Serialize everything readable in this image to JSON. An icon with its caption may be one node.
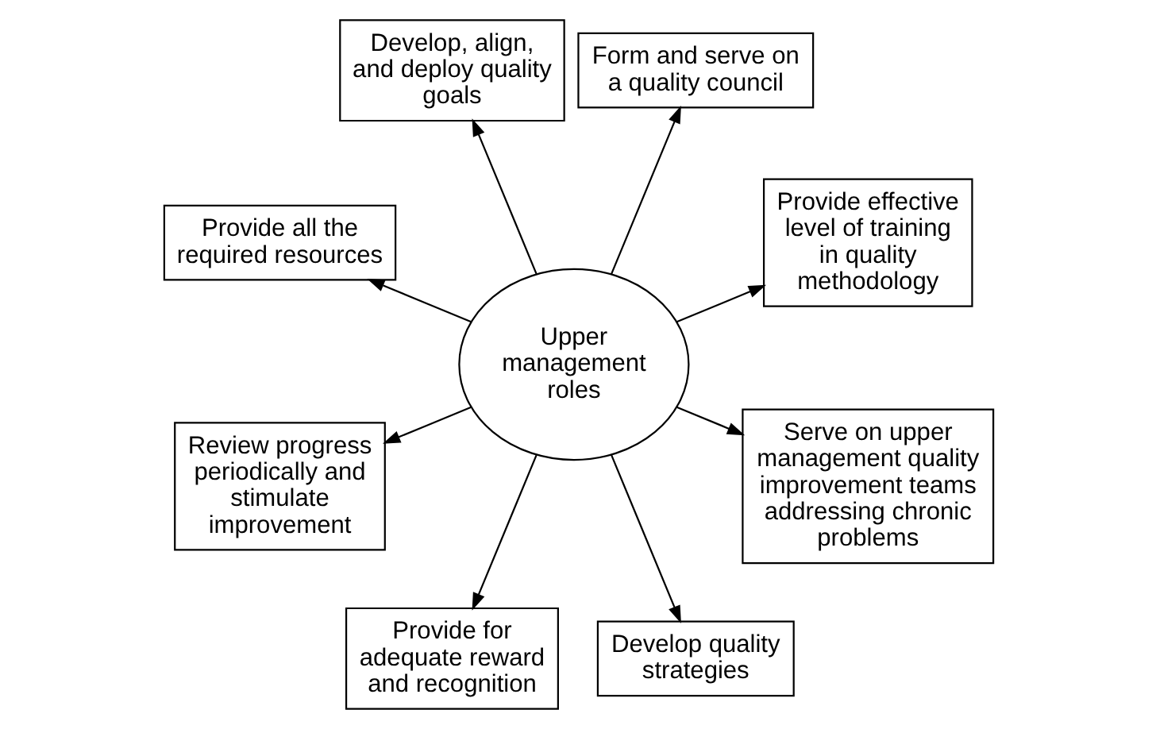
{
  "diagram": {
    "nodes": [
      {
        "text": [
          "Upper management roles"
        ]
      },
      {
        "text": [
          "Provide effective level of training in quality methodology"
        ]
      },
      {
        "text": [
          "Form and serve on a quality council"
        ]
      },
      {
        "text": [
          "Develop, align, and deploy quality goals"
        ]
      },
      {
        "text": [
          "Provide all the required resources"
        ]
      },
      {
        "text": [
          "Review progress periodically and stimulate improvement"
        ]
      },
      {
        "text": [
          "Provide for adequate reward and recognition"
        ]
      },
      {
        "text": [
          "Develop quality strategies"
        ]
      },
      {
        "text": [
          "Serve on upper management quality improvement teams addressing chronic problems"
        ]
      }
    ],
    "edges": [
      {
        "from": 0,
        "to": 1,
        "arrow": "to"
      },
      {
        "from": 0,
        "to": 2,
        "arrow": "to"
      },
      {
        "from": 0,
        "to": 3,
        "arrow": "to"
      },
      {
        "from": 0,
        "to": 4,
        "arrow": "to"
      },
      {
        "from": 0,
        "to": 5,
        "arrow": "to"
      },
      {
        "from": 0,
        "to": 6,
        "arrow": "to"
      },
      {
        "from": 0,
        "to": 7,
        "arrow": "to"
      },
      {
        "from": 0,
        "to": 8,
        "arrow": "to"
      }
    ]
  }
}
